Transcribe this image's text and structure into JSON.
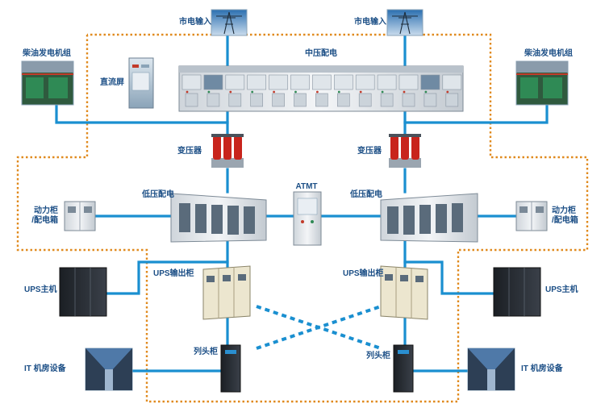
{
  "diagram": {
    "grid_left": "市电输入",
    "grid_right": "市电输入",
    "mv_switchgear": "中压配电",
    "generator_left": "柴油发电机组",
    "generator_right": "柴油发电机组",
    "dc_screen": "直流屏",
    "transformer_left": "变压器",
    "transformer_right": "变压器",
    "atmt": "ATMT",
    "lv_left": "低压配电",
    "lv_right": "低压配电",
    "power_cabinet_left_line1": "动力柜",
    "power_cabinet_left_line2": "/配电箱",
    "power_cabinet_right_line1": "动力柜",
    "power_cabinet_right_line2": "/配电箱",
    "ups_output_left": "UPS输出柜",
    "ups_output_right": "UPS输出柜",
    "ups_host_left": "UPS主机",
    "ups_host_right": "UPS主机",
    "column_head_left": "列头柜",
    "column_head_right": "列头柜",
    "it_room_left": "IT 机房设备",
    "it_room_right": "IT 机房设备"
  },
  "colors": {
    "wire": "#1a8fd0",
    "boundary": "#e08a1e",
    "label": "#1c4f86",
    "cabinet": "#e9ecef",
    "transformer": "#c8241c"
  },
  "icons": [
    "power-pylon-icon",
    "generator-photo",
    "server-rack-icon",
    "transformer-icon",
    "switchgear-icon"
  ]
}
